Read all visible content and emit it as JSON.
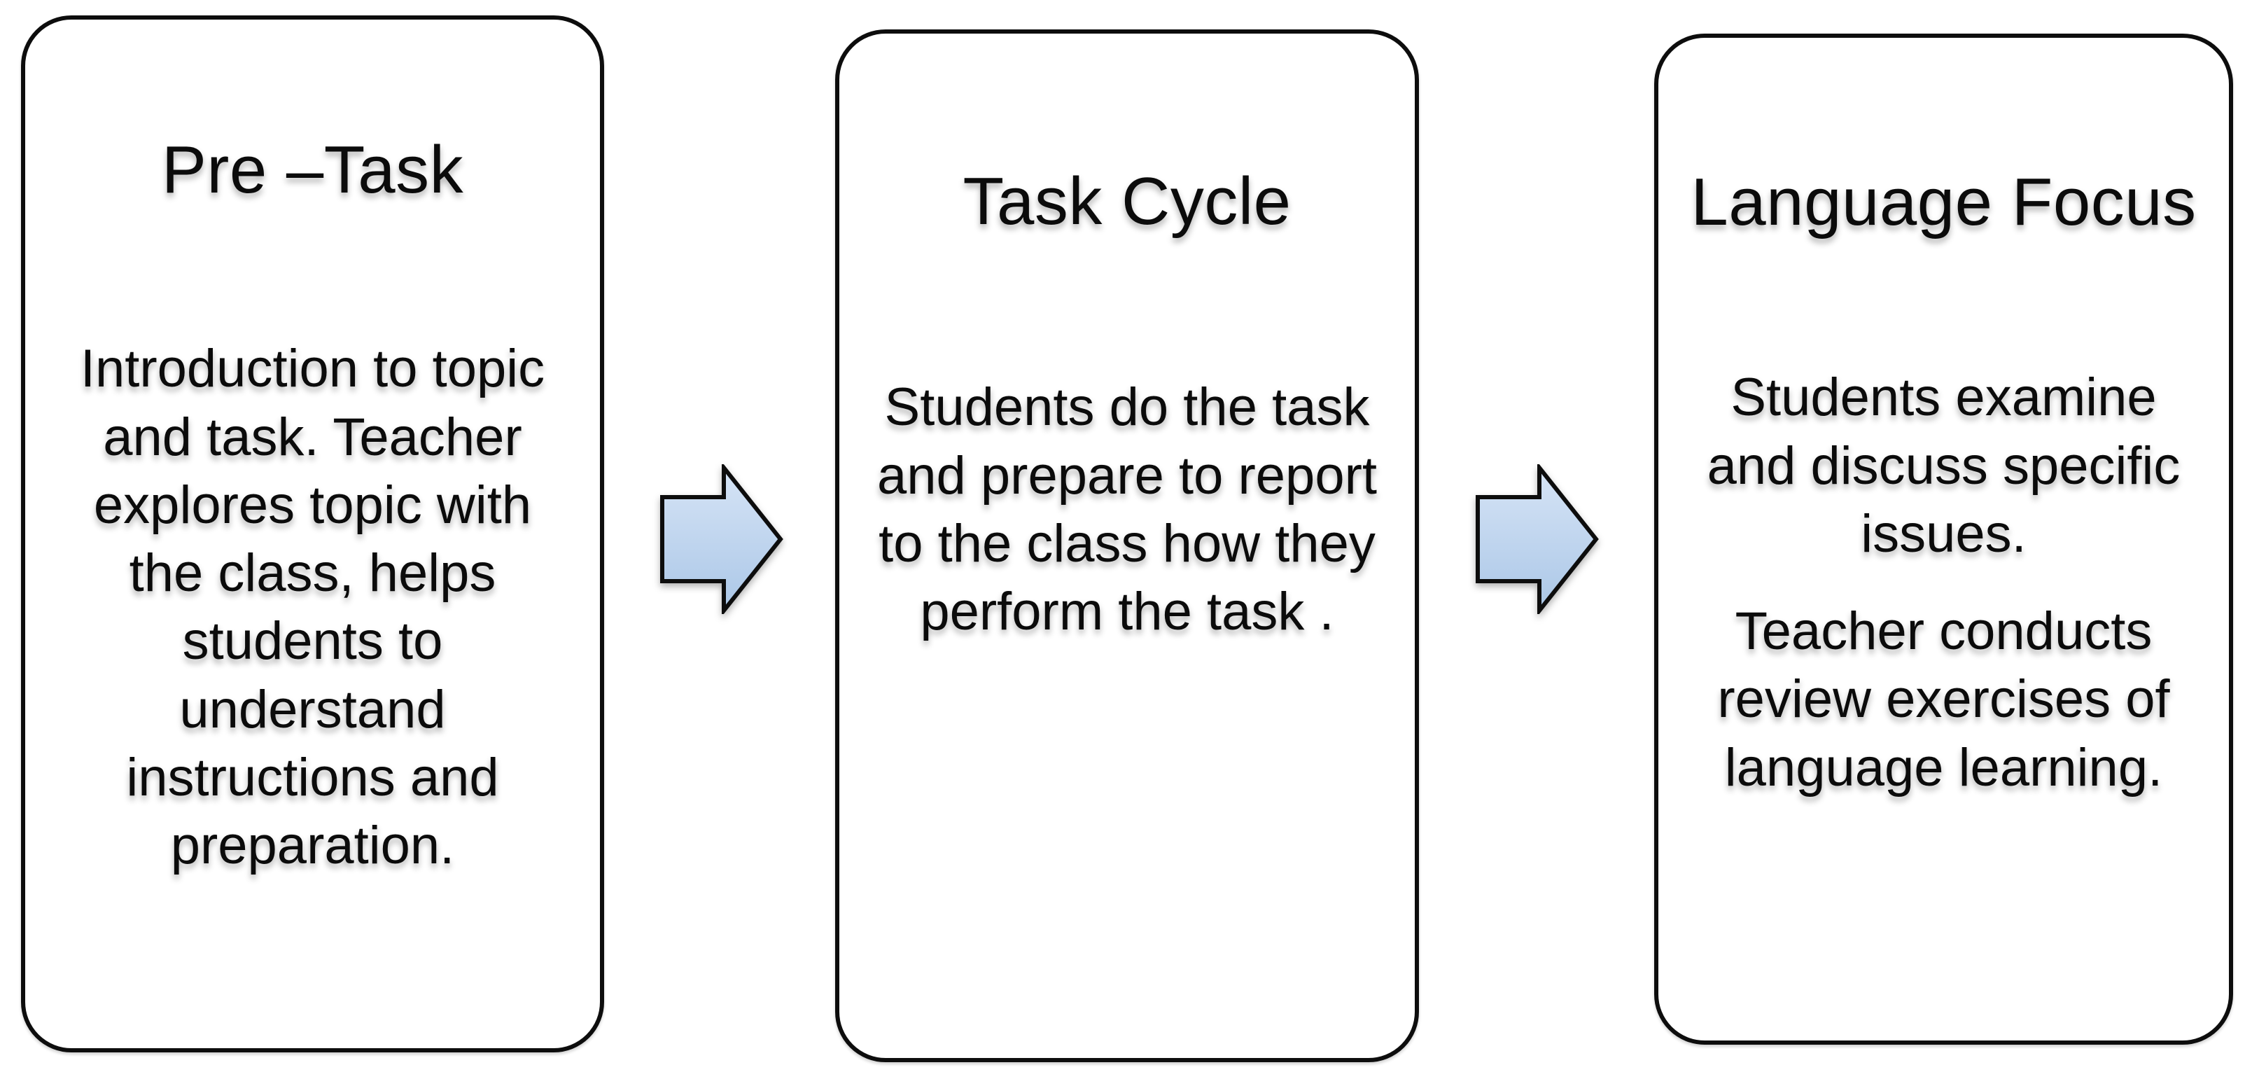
{
  "diagram": {
    "background_color": "#ffffff",
    "box_border_color": "#0d0d0d",
    "text_color": "#0b0b0b",
    "arrow": {
      "fill_top": "#d3e2f5",
      "fill_bottom": "#abc7e7",
      "border_color": "#0d0d0d",
      "direction": "right"
    },
    "boxes": [
      {
        "title": "Pre –Task",
        "paragraphs": [
          "Introduction to topic and task. Teacher explores topic with the class, helps students to understand instructions and preparation."
        ]
      },
      {
        "title": "Task Cycle",
        "paragraphs": [
          "Students do the task and prepare to report to the class how they perform the task ."
        ]
      },
      {
        "title": "Language Focus",
        "paragraphs": [
          "Students examine and discuss specific issues.",
          "Teacher conducts review exercises of language learning."
        ]
      }
    ]
  }
}
